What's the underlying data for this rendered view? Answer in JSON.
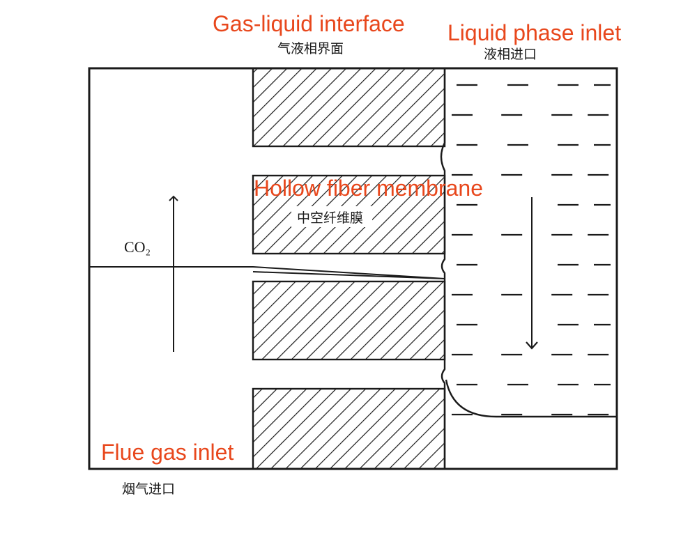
{
  "colors": {
    "line": "#1a1a1a",
    "annotation": "#e8471c",
    "background": "#ffffff"
  },
  "labels_en": {
    "gas_liquid_interface": "Gas-liquid interface",
    "liquid_phase_inlet": "Liquid phase inlet",
    "hollow_fiber_membrane": "Hollow fiber membrane",
    "flue_gas_inlet": "Flue gas inlet"
  },
  "labels_cn": {
    "gas_liquid_interface": "气液相界面",
    "liquid_phase_inlet": "液相进口",
    "hollow_fiber_membrane": "中空纤维膜",
    "flue_gas_inlet": "烟气进口"
  },
  "species": {
    "co2": "CO₂"
  }
}
